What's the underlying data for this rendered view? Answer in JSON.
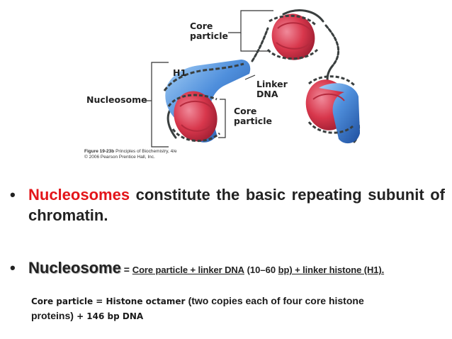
{
  "figure": {
    "labels": {
      "core_particle_top": "Core\nparticle",
      "h1": "H1",
      "linker_dna": "Linker\nDNA",
      "nucleosome": "Nucleosome",
      "core_particle_bottom": "Core\nparticle"
    },
    "caption_line1_bold": "Figure 19-23b",
    "caption_line1_rest": " Principles of Biochemistry, 4/e",
    "caption_line2": "© 2006 Pearson Prentice Hall, Inc."
  },
  "bullets": {
    "b1_dot": "•",
    "b1_term": "Nucleosomes",
    "b1_rest": " constitute the basic repeating subunit of chromatin.",
    "b2_dot": "•",
    "b2_term": "Nucleosome",
    "b2_eq": " = ",
    "b2_part1": "Core particle + linker DNA",
    "b2_part2": " (10–60 ",
    "b2_part3": "bp) + linker histone (H1)."
  },
  "note": {
    "part1": "Core particle = Histone octamer  ",
    "part2": "(two copies each of four core histone",
    "part3": "proteins)",
    "part4": "  + 146 bp DNA"
  },
  "colors": {
    "bullet_red": "#e3151a",
    "histone_red": "#d8374c",
    "h1_blue": "#4f8fdc",
    "dna_gray": "#3a3f3f"
  }
}
